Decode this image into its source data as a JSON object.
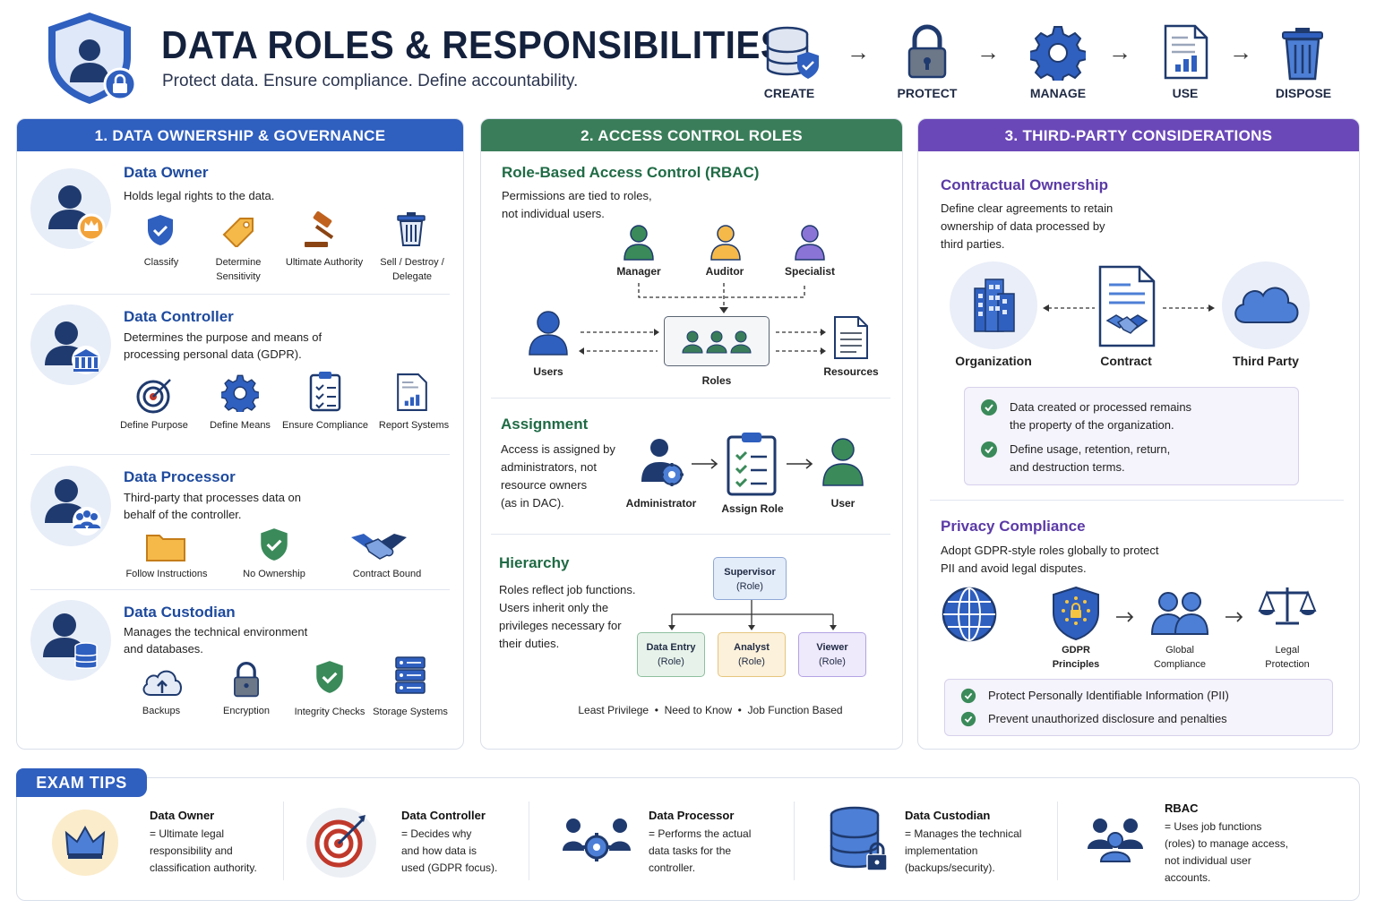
{
  "header": {
    "title": "DATA ROLES & RESPONSIBILITIES",
    "subtitle": "Protect data. Ensure compliance. Define accountability.",
    "lifecycle": [
      "CREATE",
      "PROTECT",
      "MANAGE",
      "USE",
      "DISPOSE"
    ],
    "arrow": "→"
  },
  "panel1": {
    "title": "1. DATA OWNERSHIP & GOVERNANCE",
    "owner": {
      "title": "Data Owner",
      "desc": "Holds legal rights to the data.",
      "icons": [
        "Classify",
        "Determine Sensitivity",
        "Ultimate Authority",
        "Sell / Destroy / Delegate"
      ]
    },
    "controller": {
      "title": "Data Controller",
      "desc1": "Determines the purpose and means of",
      "desc2": "processing personal data (GDPR).",
      "icons": [
        "Define Purpose",
        "Define Means",
        "Ensure Compliance",
        "Report Systems"
      ]
    },
    "processor": {
      "title": "Data Processor",
      "desc1": "Third-party that processes data on",
      "desc2": "behalf of the controller.",
      "icons": [
        "Follow Instructions",
        "No Ownership",
        "Contract Bound"
      ]
    },
    "custodian": {
      "title": "Data Custodian",
      "desc1": "Manages the technical environment",
      "desc2": "and databases.",
      "icons": [
        "Backups",
        "Encryption",
        "Integrity Checks",
        "Storage Systems"
      ]
    }
  },
  "panel2": {
    "title": "2. ACCESS CONTROL ROLES",
    "rbac": {
      "title": "Role-Based Access Control (RBAC)",
      "desc1": "Permissions are tied to roles,",
      "desc2": "not individual users.",
      "people": [
        "Manager",
        "Auditor",
        "Specialist"
      ],
      "users": "Users",
      "roles": "Roles",
      "resources": "Resources"
    },
    "assignment": {
      "title": "Assignment",
      "desc": [
        "Access is assigned by",
        "administrators, not",
        "resource owners",
        "(as in DAC)."
      ],
      "admin": "Administrator",
      "assign": "Assign Role",
      "user": "User"
    },
    "hierarchy": {
      "title": "Hierarchy",
      "desc": [
        "Roles reflect job functions.",
        "Users inherit only the",
        "privileges necessary for",
        "their duties."
      ],
      "supervisor": [
        "Supervisor",
        "(Role)"
      ],
      "children": [
        [
          "Data Entry",
          "(Role)"
        ],
        [
          "Analyst",
          "(Role)"
        ],
        [
          "Viewer",
          "(Role)"
        ]
      ],
      "footer": "Least Privilege  •  Need to Know  •  Job Function Based"
    }
  },
  "panel3": {
    "title": "3. THIRD-PARTY CONSIDERATIONS",
    "contract": {
      "title": "Contractual Ownership",
      "desc": [
        "Define clear agreements to retain",
        "ownership of data processed by",
        "third parties."
      ],
      "org": "Organization",
      "contract": "Contract",
      "third": "Third Party",
      "checks": [
        [
          "Data created or processed remains",
          "the property of the organization."
        ],
        [
          "Define usage, retention, return,",
          "and destruction terms."
        ]
      ]
    },
    "privacy": {
      "title": "Privacy Compliance",
      "desc": [
        "Adopt GDPR-style roles globally to protect",
        "PII and avoid legal disputes."
      ],
      "icons": [
        [
          "GDPR",
          "Principles"
        ],
        [
          "Global",
          "Compliance"
        ],
        [
          "Legal",
          "Protection"
        ]
      ],
      "checks": [
        "Protect Personally Identifiable Information (PII)",
        "Prevent unauthorized disclosure and penalties"
      ]
    }
  },
  "tips": {
    "title": "EXAM TIPS",
    "items": [
      {
        "name": "Data Owner",
        "desc": [
          "= Ultimate legal",
          "responsibility and",
          "classification authority."
        ]
      },
      {
        "name": "Data Controller",
        "desc": [
          "= Decides why",
          "and how data is",
          "used (GDPR focus)."
        ]
      },
      {
        "name": "Data Processor",
        "desc": [
          "= Performs the actual",
          "data tasks for the",
          "controller."
        ]
      },
      {
        "name": "Data Custodian",
        "desc": [
          "= Manages the technical",
          "implementation",
          "(backups/security)."
        ]
      },
      {
        "name": "RBAC",
        "desc": [
          "= Uses job functions",
          "(roles) to manage access,",
          "not individual user",
          "accounts."
        ]
      }
    ]
  },
  "colors": {
    "blue": "#2f5fbf",
    "green": "#3a7d5a",
    "purple": "#6b48b8",
    "navy": "#1f3a6e"
  }
}
